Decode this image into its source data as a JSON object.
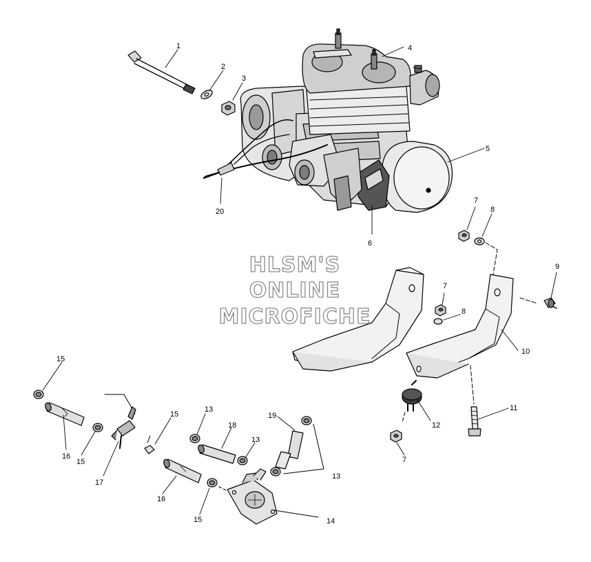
{
  "watermark": {
    "line1": "HLSM'S",
    "line2": "ONLINE",
    "line3": "MICROFICHE"
  },
  "callouts": [
    {
      "id": "c1",
      "text": "1"
    },
    {
      "id": "c2",
      "text": "2"
    },
    {
      "id": "c3",
      "text": "3"
    },
    {
      "id": "c4",
      "text": "4"
    },
    {
      "id": "c5",
      "text": "5"
    },
    {
      "id": "c6",
      "text": "6"
    },
    {
      "id": "c7a",
      "text": "7"
    },
    {
      "id": "c8a",
      "text": "8"
    },
    {
      "id": "c9",
      "text": "9"
    },
    {
      "id": "c7b",
      "text": "7"
    },
    {
      "id": "c8b",
      "text": "8"
    },
    {
      "id": "c10",
      "text": "10"
    },
    {
      "id": "c11",
      "text": "11"
    },
    {
      "id": "c12",
      "text": "12"
    },
    {
      "id": "c7c",
      "text": "7"
    },
    {
      "id": "c20",
      "text": "20"
    },
    {
      "id": "c15a",
      "text": "15"
    },
    {
      "id": "c16a",
      "text": "16"
    },
    {
      "id": "c15b",
      "text": "15"
    },
    {
      "id": "c17",
      "text": "17"
    },
    {
      "id": "c15c",
      "text": "15"
    },
    {
      "id": "c13a",
      "text": "13"
    },
    {
      "id": "c18",
      "text": "18"
    },
    {
      "id": "c13b",
      "text": "13"
    },
    {
      "id": "c19",
      "text": "19"
    },
    {
      "id": "c13c",
      "text": "13"
    },
    {
      "id": "c16b",
      "text": "16"
    },
    {
      "id": "c15d",
      "text": "15"
    },
    {
      "id": "c14",
      "text": "14"
    }
  ]
}
